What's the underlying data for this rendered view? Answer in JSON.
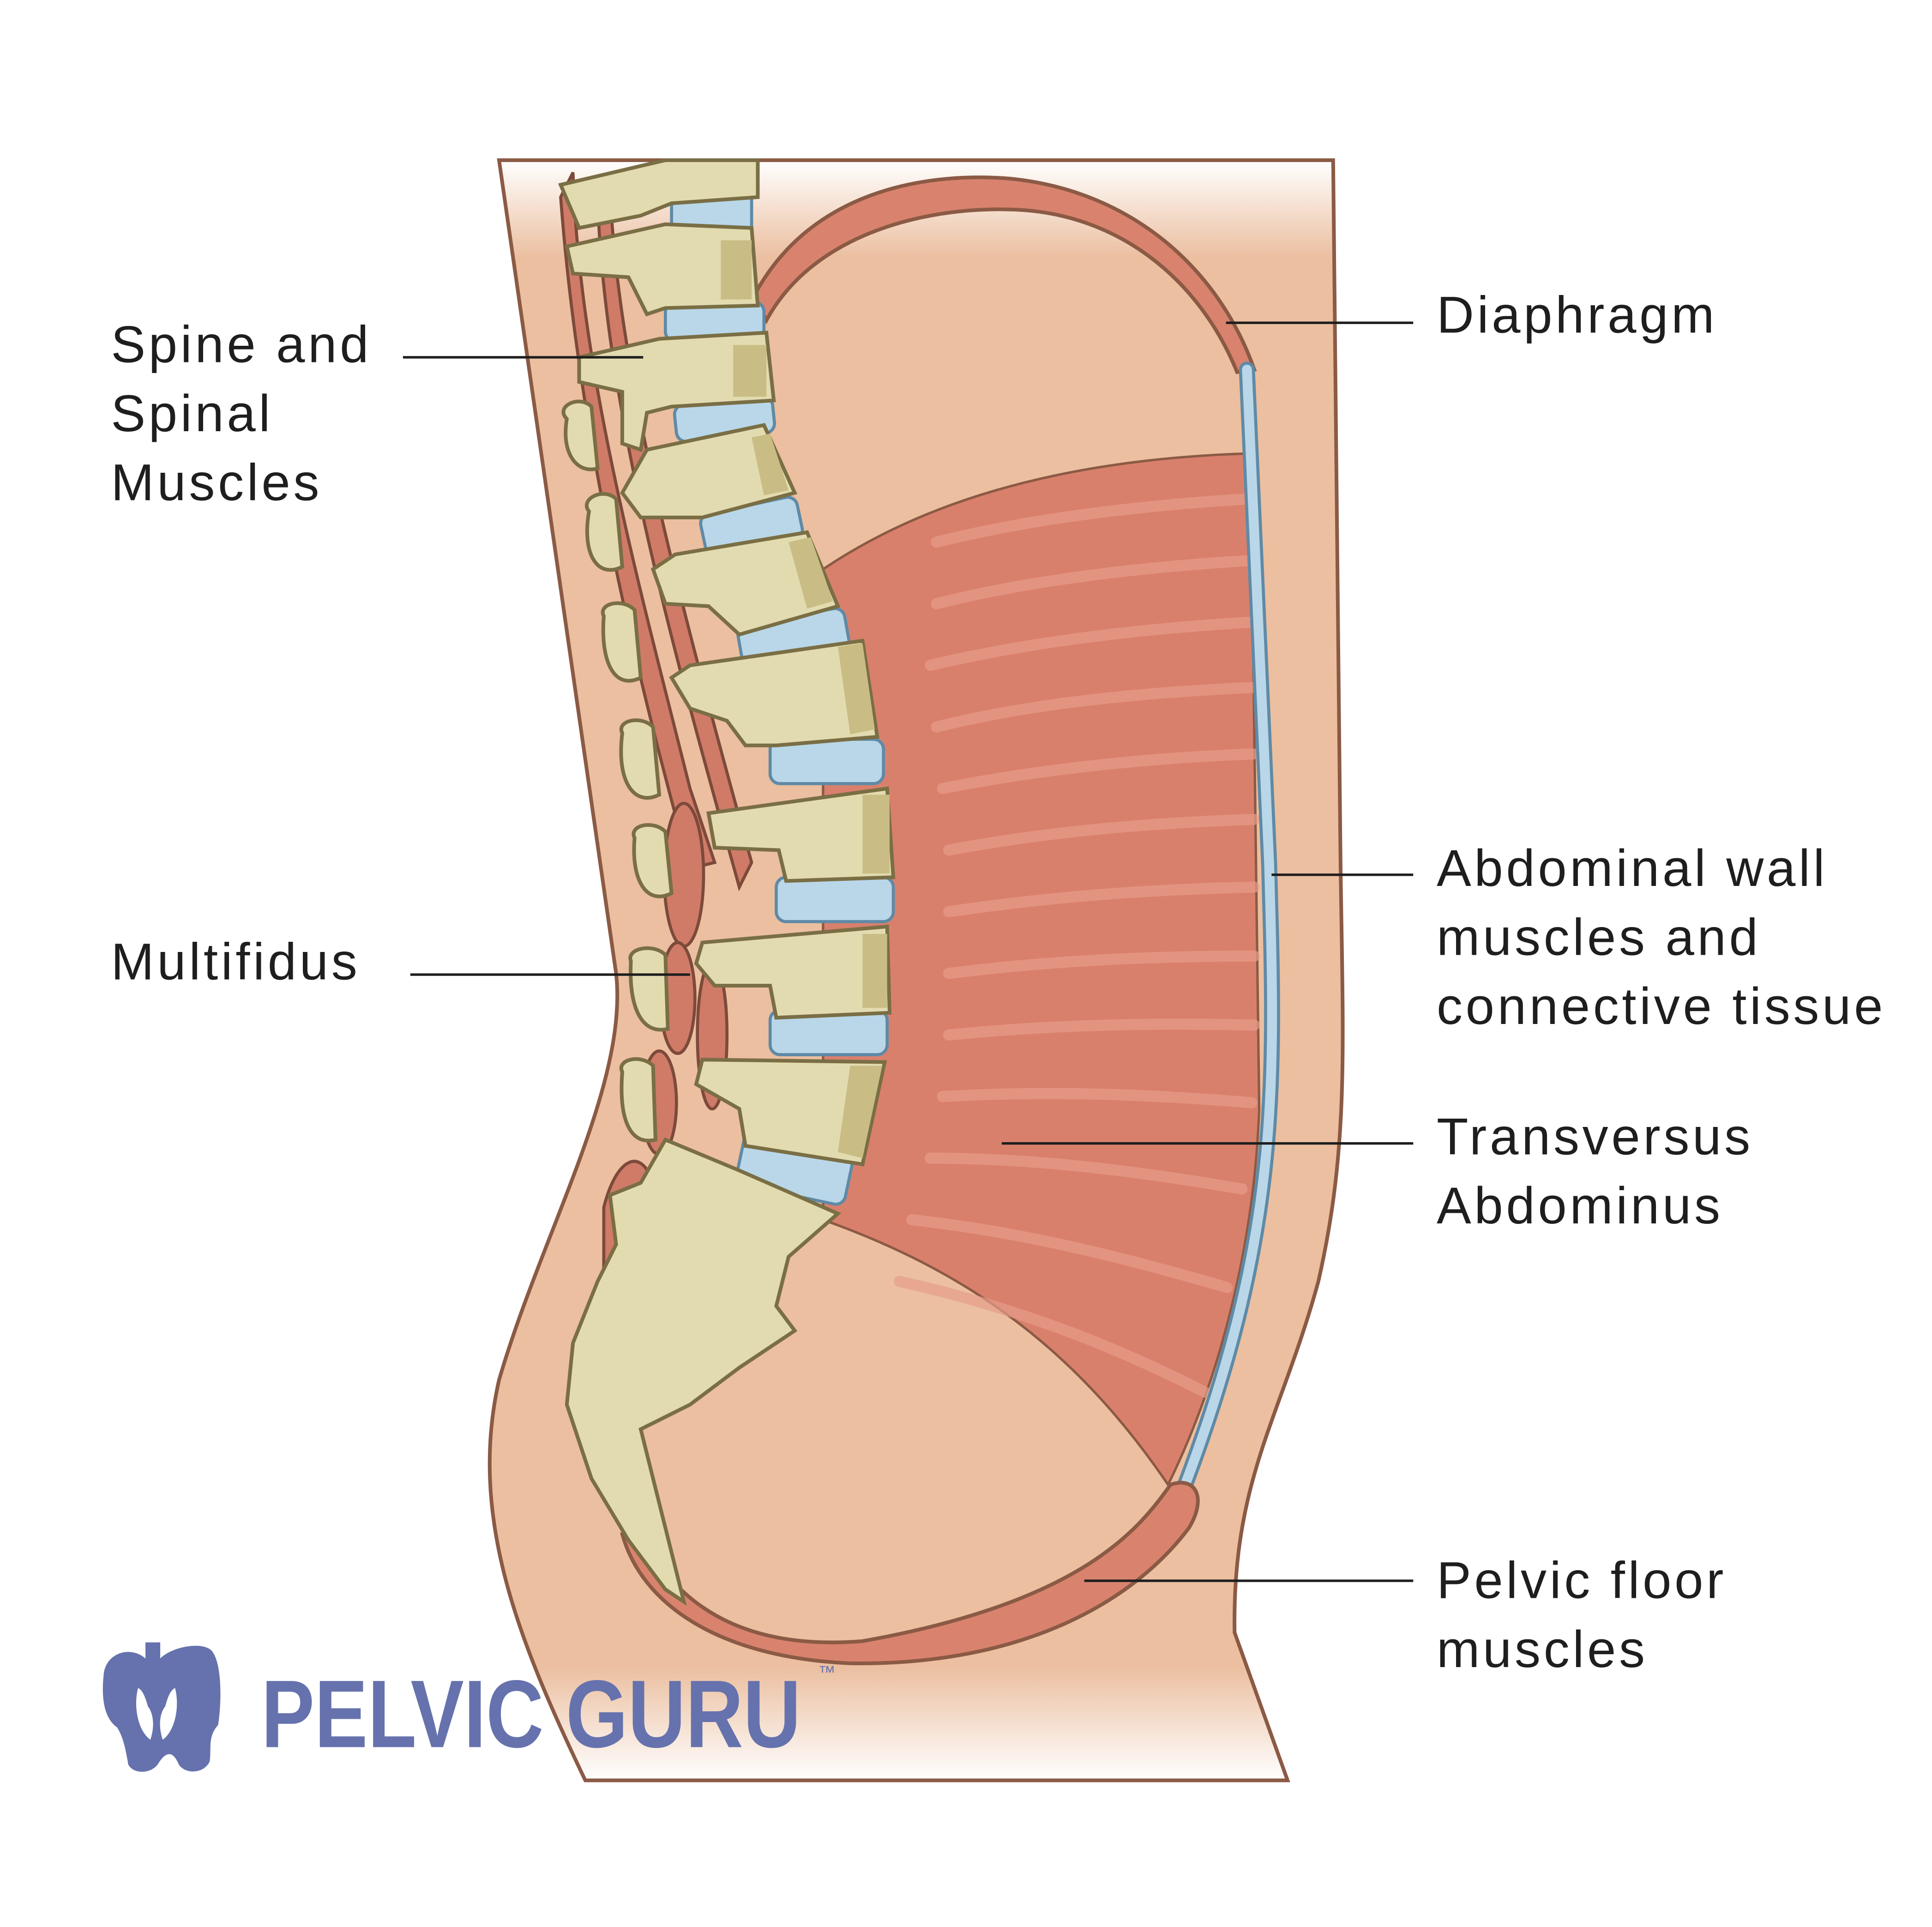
{
  "labels": {
    "spine": [
      "Spine and",
      "Spinal",
      "Muscles"
    ],
    "multifidus": [
      "Multifidus"
    ],
    "diaphragm": [
      "Diaphragm"
    ],
    "abdominal_wall": [
      "Abdominal wall",
      "muscles and",
      "connective tissue"
    ],
    "transversus": [
      "Transversus",
      "Abdominus"
    ],
    "pelvic_floor": [
      "Pelvic floor",
      "muscles"
    ]
  },
  "logo": {
    "text": "PELVIC GURU",
    "trademark": "™"
  },
  "colors": {
    "skin": "#ebbfa0",
    "muscle": "#d9806c",
    "bone": "#e3dbb0",
    "disc": "#b9d7e8",
    "brand": "#6672ad",
    "outline": "#8b5a45"
  }
}
